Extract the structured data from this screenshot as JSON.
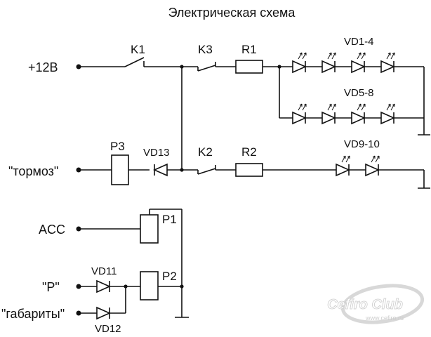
{
  "title": "Электрическая схема",
  "inputs": {
    "power": "+12В",
    "brake": "\"тормоз\"",
    "acc": "ACC",
    "p": "\"P\"",
    "parking_lights": "\"габариты\""
  },
  "components": {
    "k1": "K1",
    "k2": "K2",
    "k3": "K3",
    "r1": "R1",
    "r2": "R2",
    "p1": "P1",
    "p2": "P2",
    "p3": "P3",
    "vd1_4": "VD1-4",
    "vd5_8": "VD5-8",
    "vd9_10": "VD9-10",
    "vd11": "VD11",
    "vd12": "VD12",
    "vd13": "VD13"
  },
  "watermark": {
    "brand": "Cefiro Club",
    "url": "www.cefiro.ru"
  },
  "colors": {
    "ink": "#111111",
    "background": "#ffffff",
    "watermark": "#c8c8c8"
  }
}
